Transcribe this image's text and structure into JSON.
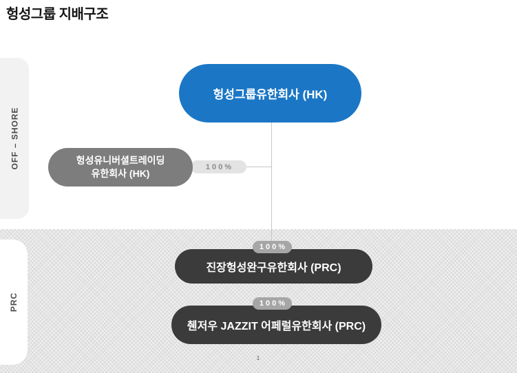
{
  "page": {
    "title": "헝성그룹 지배구조",
    "page_number": "1"
  },
  "sections": {
    "offshore": {
      "label": "OFF – SHORE"
    },
    "prc": {
      "label": "PRC"
    }
  },
  "entities": {
    "holding": {
      "label": "헝성그룹유한회사 (HK)"
    },
    "trading": {
      "label_line1": "헝성유니버셜트레이딩",
      "label_line2": "유한회사 (HK)",
      "ownership": "100%"
    },
    "toys": {
      "label": "진장헝성완구유한회사 (PRC)",
      "ownership": "100%"
    },
    "apparel": {
      "label": "췐저우 JAZZIT 어페럴유한회사 (PRC)",
      "ownership": "100%"
    }
  },
  "colors": {
    "holding_pill": "#1b77c5",
    "trading_pill": "#7d7d7d",
    "prc_pill": "#3b3b3b",
    "ownership_badge_light_bg": "#e3e3e3",
    "ownership_badge_light_text": "#8b8b8b",
    "ownership_badge_dark_bg": "#a6a6a6",
    "ownership_badge_dark_text": "#ffffff",
    "offshore_band": "#f2f2f2",
    "prc_band": "#dcdcdc",
    "connector_line": "#c6c6c6"
  }
}
